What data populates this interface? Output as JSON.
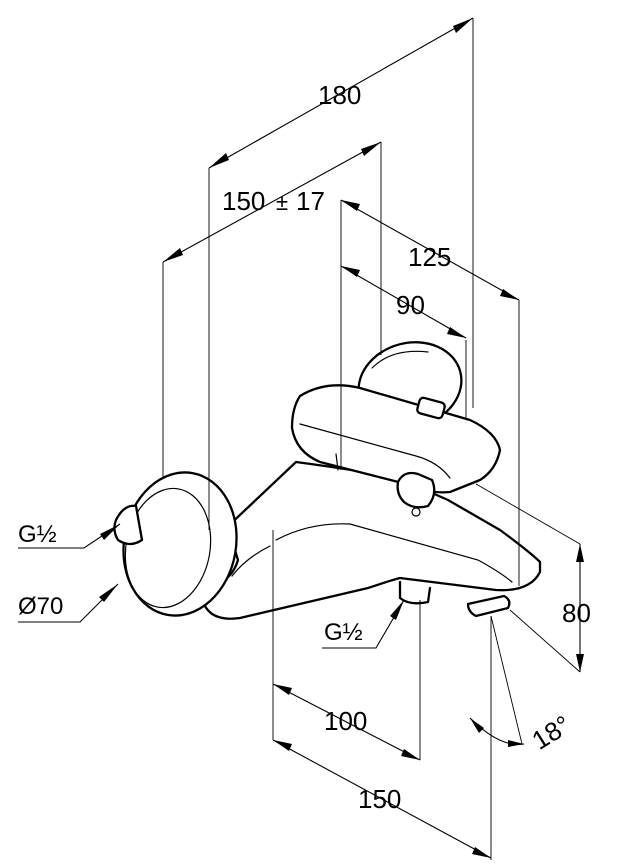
{
  "drawing": {
    "title": "Wall-mounted bath mixer dimension drawing",
    "dimensions": {
      "overall_depth": "180",
      "center_distance": "150",
      "center_tolerance_sign": "±",
      "center_tolerance": "17",
      "handle_depth": "125",
      "handle_offset": "90",
      "spout_height": "80",
      "spout_angle": "18°",
      "outlet_projection": "100",
      "total_width": "150"
    },
    "callouts": {
      "inlet_thread_left": "G½",
      "escutcheon_diameter": "Ø70",
      "outlet_thread": "G½"
    }
  }
}
